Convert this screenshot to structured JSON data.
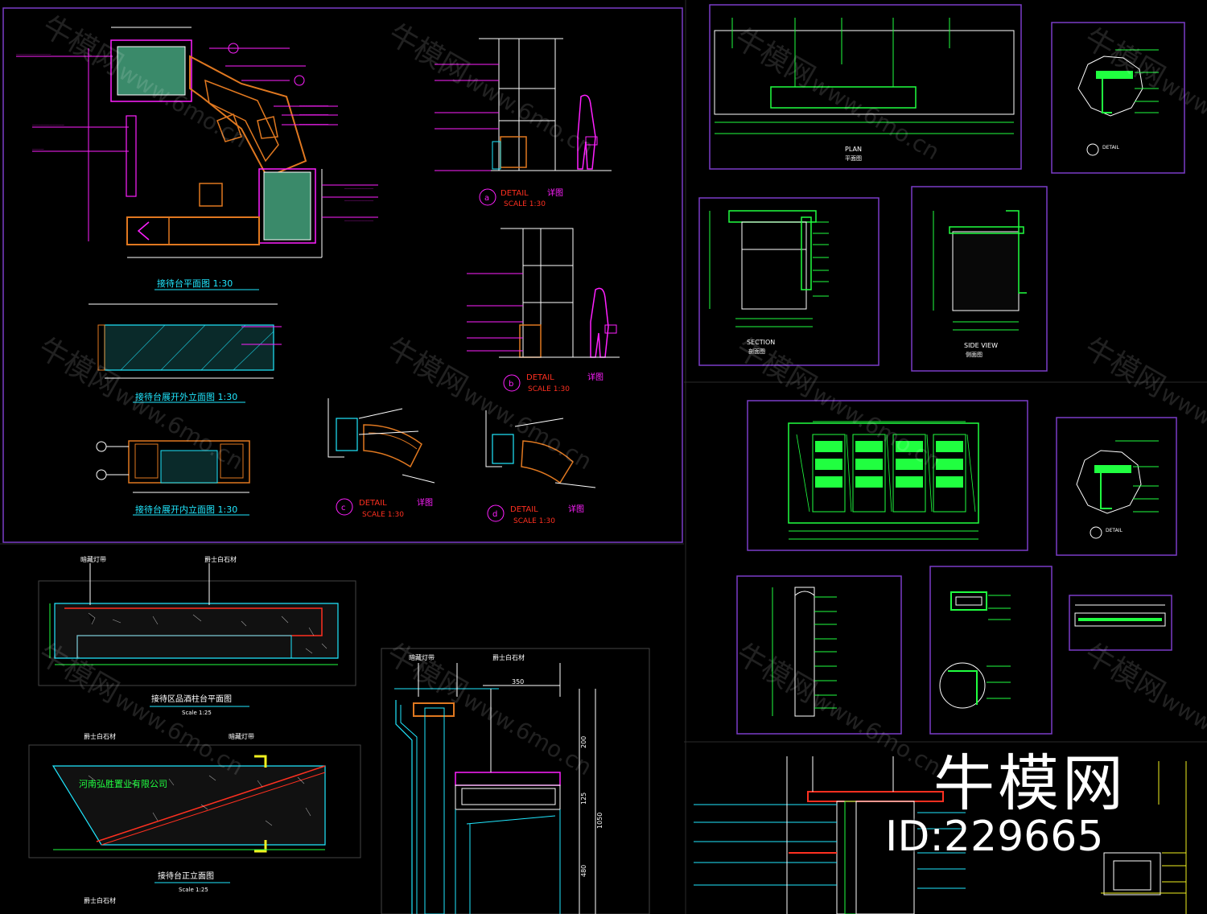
{
  "drawings": {
    "plan_title": "接待台平面图 1:30",
    "elev_outer_title": "接待台展开外立面图 1:30",
    "elev_inner_title": "接待台展开内立面图 1:30",
    "detail_word": "DETAIL",
    "detail_cn": "详图",
    "scale_label": "SCALE 1:30",
    "detail_markers": [
      "a",
      "b",
      "c",
      "d"
    ],
    "plan_label": "PLAN",
    "plan_cn": "平面图",
    "section_label": "SECTION",
    "section_cn": "剖面图",
    "side_view_label": "SIDE VIEW",
    "side_view_cn": "侧面图",
    "bar_plan_title": "接待区品酒柱台平面图",
    "bar_plan_scale": "Scale 1:25",
    "front_elev_title": "接待台正立面图",
    "front_elev_scale": "Scale 1:25",
    "company_name": "河南弘胜置业有限公司",
    "stone_label": "爵士白石材",
    "lamp_label": "暗藏灯带",
    "dim_350": "350",
    "dim_1050": "1050",
    "dim_200": "200",
    "dim_125": "125",
    "dim_480": "480"
  },
  "watermark": {
    "cn": "牛模网",
    "url": "www.6mo.cn",
    "brand": "牛模网",
    "id": "ID:229665"
  },
  "colors": {
    "frame": "#7a3cc8",
    "magenta": "#ff20ff",
    "green": "#20ff40",
    "cyan": "#20e8ff",
    "orange": "#e07820",
    "yellow": "#f0f020",
    "red": "#ff3020",
    "fill_green": "#3a8a6a",
    "white": "#ffffff"
  }
}
